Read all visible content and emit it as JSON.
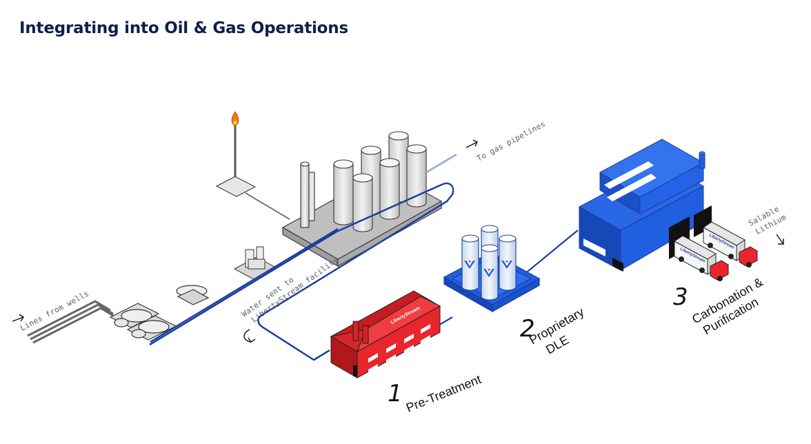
{
  "title": "Integrating into Oil & Gas Operations",
  "labels": {
    "lines_from_wells": "Lines from wells",
    "to_gas_pipelines": "To gas pipelines",
    "water_sent_line1": "Water sent to",
    "water_sent_line2": "LibertyStream facility",
    "salable_line1": "Salable",
    "salable_line2": "Lithium"
  },
  "steps": [
    {
      "number": "1",
      "label_line1": "Pre-Treatment",
      "color": "#e8262b"
    },
    {
      "number": "2",
      "label_line1": "Proprietary",
      "label_line2": "DLE",
      "color": "#1f5fe0"
    },
    {
      "number": "3",
      "label_line1": "Carbonation &",
      "label_line2": "Purification",
      "color": "#1f5fe0"
    }
  ],
  "brand": "LibertyStream",
  "colors": {
    "pipe": "#1b3f9e",
    "red": "#e8262b",
    "blue": "#1f5fe0",
    "gray": "#d9d9d9",
    "title": "#0e1f4d"
  }
}
